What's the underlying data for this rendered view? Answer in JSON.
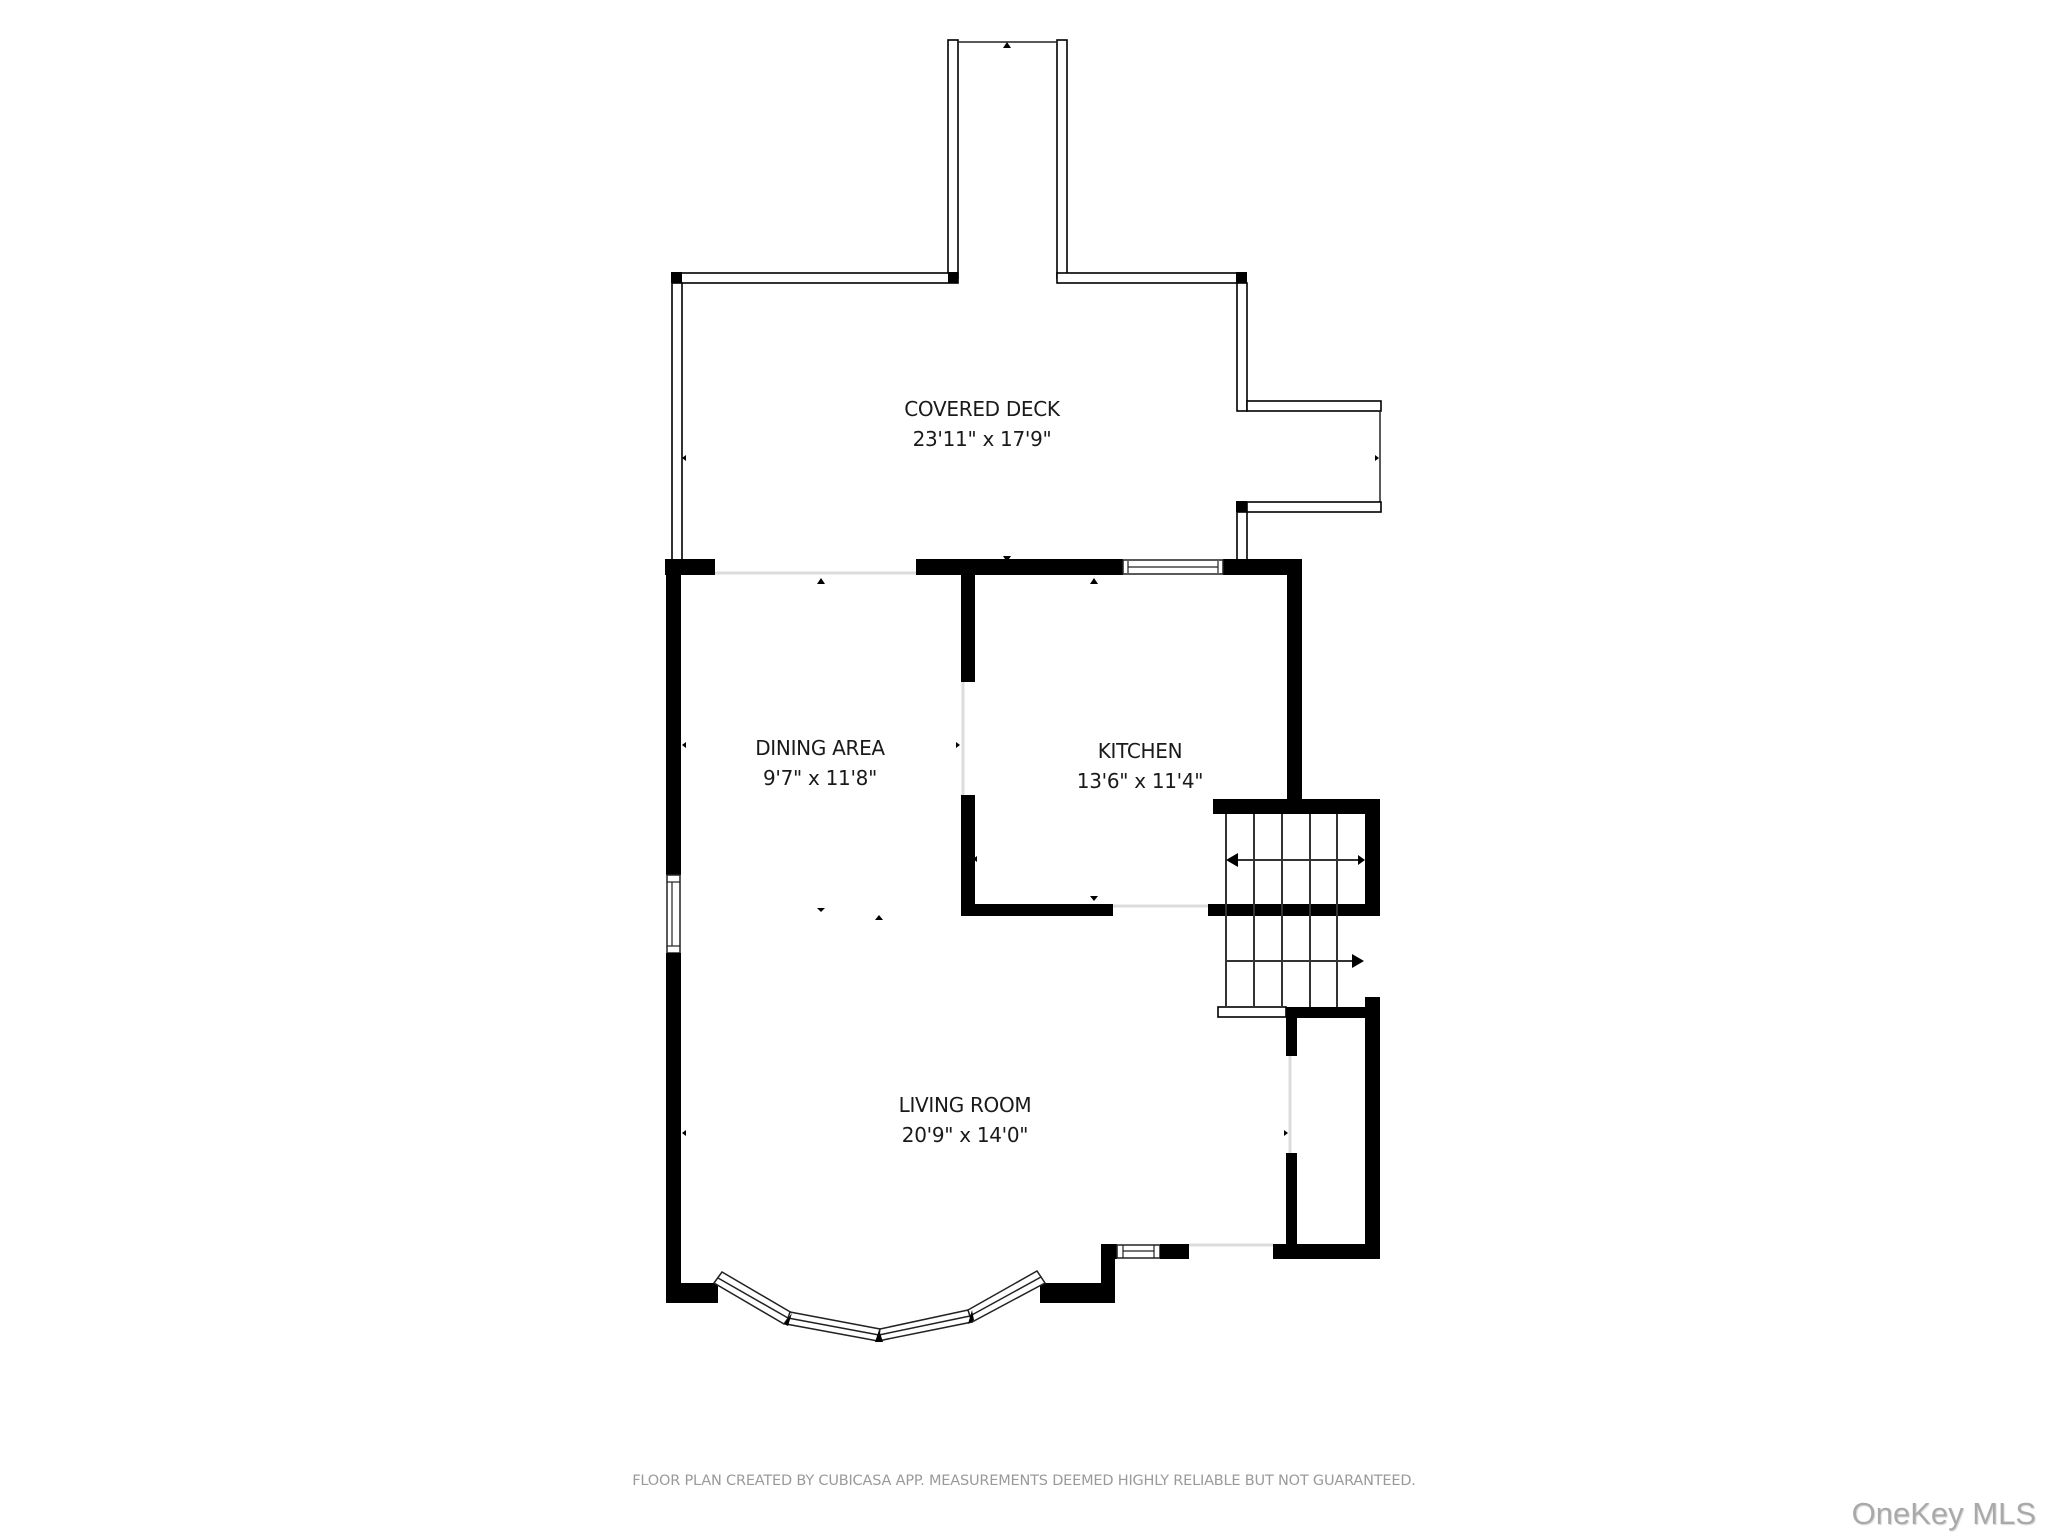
{
  "rooms": {
    "covered_deck": {
      "name": "COVERED DECK",
      "dimensions": "23'11\" x 17'9\""
    },
    "dining_area": {
      "name": "DINING AREA",
      "dimensions": "9'7\" x 11'8\""
    },
    "kitchen": {
      "name": "KITCHEN",
      "dimensions": "13'6\" x 11'4\""
    },
    "living_room": {
      "name": "LIVING ROOM",
      "dimensions": "20'9\" x 14'0\""
    }
  },
  "footer": {
    "disclaimer": "FLOOR PLAN CREATED BY CUBICASA APP. MEASUREMENTS DEEMED HIGHLY RELIABLE BUT NOT GUARANTEED.",
    "watermark": "OneKey MLS"
  },
  "colors": {
    "wall": "#000000",
    "background": "#ffffff",
    "disclaimer_text": "#9a9a9a",
    "watermark_text": "#a9a9a9"
  }
}
